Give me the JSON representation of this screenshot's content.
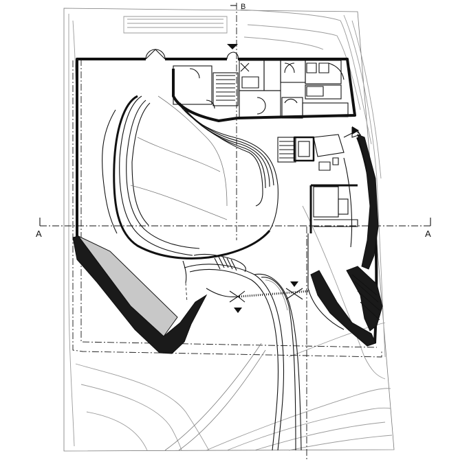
{
  "section_markers": {
    "a_left": "A",
    "a_right": "A",
    "b_top": "B"
  },
  "colors": {
    "ink": "#111111",
    "thin_line": "#777777",
    "context_line": "#9a9a9a",
    "shaded_wall": "#1a1a1a",
    "gray_fill": "#c8c8c8"
  }
}
